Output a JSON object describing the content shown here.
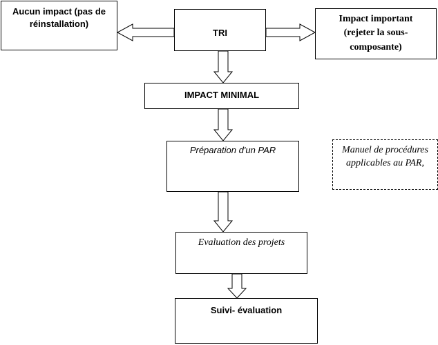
{
  "nodes": {
    "no_impact": "Aucun impact (pas de\nréinstallation)",
    "tri": "TRI",
    "major_impact": "Impact important\n(rejeter la sous-\ncomposante)",
    "minimal_impact": "IMPACT MINIMAL",
    "par_preparation": "Préparation d'un PAR",
    "procedures_manual": "Manuel de procédures\napplicables au PAR,",
    "project_evaluation": "Evaluation des projets",
    "monitoring": "Suivi- évaluation"
  },
  "edges": [
    {
      "from": "tri",
      "to": "no_impact"
    },
    {
      "from": "tri",
      "to": "major_impact"
    },
    {
      "from": "tri",
      "to": "minimal_impact"
    },
    {
      "from": "minimal_impact",
      "to": "par_preparation"
    },
    {
      "from": "par_preparation",
      "to": "project_evaluation"
    },
    {
      "from": "project_evaluation",
      "to": "monitoring"
    }
  ],
  "colors": {
    "stroke": "#000000",
    "fill": "#ffffff"
  }
}
